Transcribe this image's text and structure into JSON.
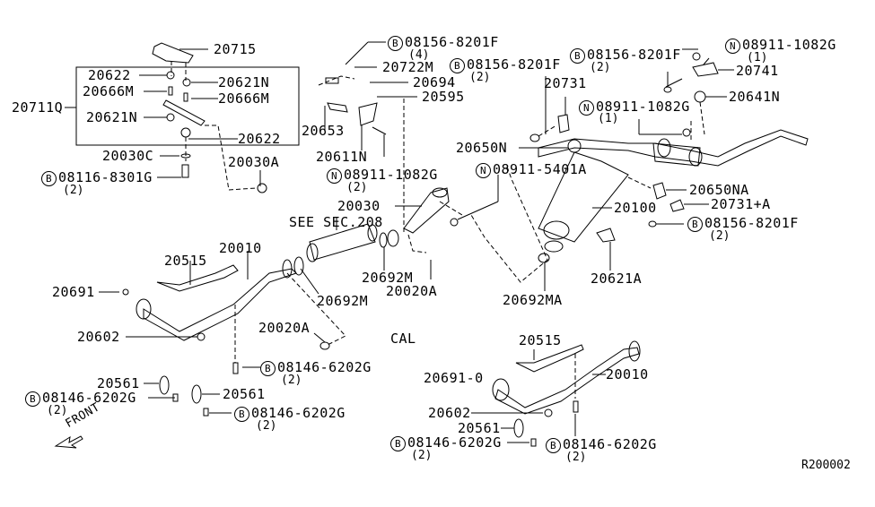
{
  "diagram": {
    "title": "Exhaust Tube & Muffler parts diagram",
    "reference_code": "R200002",
    "front_indicator": "FRONT",
    "see_section": "SEE SEC.208",
    "cal_note": "CAL",
    "kit_label": "20711Q",
    "parts": [
      {
        "id": "20715",
        "prefix": ""
      },
      {
        "id": "20622",
        "prefix": ""
      },
      {
        "id": "20621N",
        "prefix": ""
      },
      {
        "id": "20666M",
        "prefix": ""
      },
      {
        "id": "20666M",
        "prefix": ""
      },
      {
        "id": "20621N",
        "prefix": ""
      },
      {
        "id": "20622",
        "prefix": ""
      },
      {
        "id": "20030C",
        "prefix": ""
      },
      {
        "id": "20030A",
        "prefix": ""
      },
      {
        "id": "08116-8301G",
        "prefix": "B",
        "qty": "(2)"
      },
      {
        "id": "08156-8201F",
        "prefix": "B",
        "qty": "(4)"
      },
      {
        "id": "20722M",
        "prefix": ""
      },
      {
        "id": "20694",
        "prefix": ""
      },
      {
        "id": "20595",
        "prefix": ""
      },
      {
        "id": "20653",
        "prefix": ""
      },
      {
        "id": "20611N",
        "prefix": ""
      },
      {
        "id": "08911-1082G",
        "prefix": "N",
        "qty": "(2)"
      },
      {
        "id": "08156-8201F",
        "prefix": "B",
        "qty": "(2)"
      },
      {
        "id": "20731",
        "prefix": ""
      },
      {
        "id": "08156-8201F",
        "prefix": "B",
        "qty": "(2)"
      },
      {
        "id": "08911-1082G",
        "prefix": "N",
        "qty": "(1)"
      },
      {
        "id": "20741",
        "prefix": ""
      },
      {
        "id": "20641N",
        "prefix": ""
      },
      {
        "id": "08911-1082G",
        "prefix": "N",
        "qty": "(1)"
      },
      {
        "id": "20650N",
        "prefix": ""
      },
      {
        "id": "08911-5401A",
        "prefix": "N"
      },
      {
        "id": "20030",
        "prefix": ""
      },
      {
        "id": "20100",
        "prefix": ""
      },
      {
        "id": "20650NA",
        "prefix": ""
      },
      {
        "id": "20731+A",
        "prefix": ""
      },
      {
        "id": "08156-8201F",
        "prefix": "B",
        "qty": "(2)"
      },
      {
        "id": "20010",
        "prefix": ""
      },
      {
        "id": "20515",
        "prefix": ""
      },
      {
        "id": "20691",
        "prefix": ""
      },
      {
        "id": "20602",
        "prefix": ""
      },
      {
        "id": "20692M",
        "prefix": ""
      },
      {
        "id": "20692M",
        "prefix": ""
      },
      {
        "id": "20020A",
        "prefix": ""
      },
      {
        "id": "20020A",
        "prefix": ""
      },
      {
        "id": "20621A",
        "prefix": ""
      },
      {
        "id": "20692MA",
        "prefix": ""
      },
      {
        "id": "08146-6202G",
        "prefix": "B",
        "qty": "(2)"
      },
      {
        "id": "20561",
        "prefix": ""
      },
      {
        "id": "08146-6202G",
        "prefix": "B",
        "qty": "(2)"
      },
      {
        "id": "20561",
        "prefix": ""
      },
      {
        "id": "08146-6202G",
        "prefix": "B",
        "qty": "(2)"
      },
      {
        "id": "20515",
        "prefix": ""
      },
      {
        "id": "20691-0",
        "prefix": ""
      },
      {
        "id": "20010",
        "prefix": ""
      },
      {
        "id": "20602",
        "prefix": ""
      },
      {
        "id": "20561",
        "prefix": ""
      },
      {
        "id": "08146-6202G",
        "prefix": "B",
        "qty": "(2)"
      },
      {
        "id": "08146-6202G",
        "prefix": "B",
        "qty": "(2)"
      }
    ]
  }
}
